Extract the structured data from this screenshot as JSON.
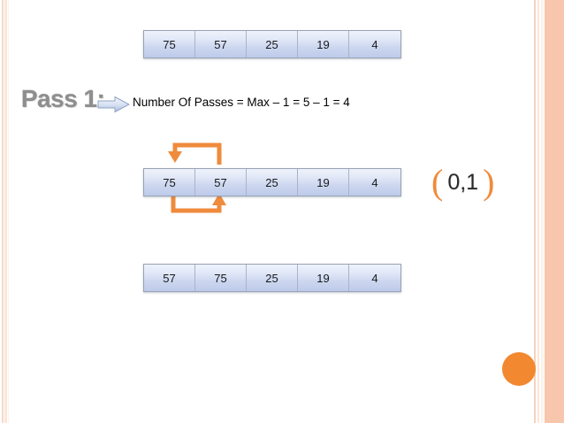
{
  "slide": {
    "title": "Pass 1:",
    "formula": "Number Of Passes = Max – 1 = 5 – 1 = 4",
    "index_pair": {
      "open": "(",
      "value": "0,1",
      "close": ")"
    }
  },
  "arrays": {
    "initial": {
      "label": "initial-array",
      "values": [
        "75",
        "57",
        "25",
        "19",
        "4"
      ]
    },
    "compare": {
      "label": "comparison-array",
      "values": [
        "75",
        "57",
        "25",
        "19",
        "4"
      ]
    },
    "result": {
      "label": "result-array",
      "values": [
        "57",
        "75",
        "25",
        "19",
        "4"
      ]
    }
  },
  "colors": {
    "cell_top": "#eef2fb",
    "cell_bottom": "#bdcaea",
    "cell_border": "#9aa3b5",
    "swap_arrow": "#ef8b3c",
    "pointer_arrow": "#b9cae4",
    "title_gray": "#8e8e8e",
    "accent_orange": "#f2882f",
    "edge_peach": "#f8c6ad"
  },
  "icons": {
    "pointer": "right-arrow-icon",
    "swap_top": "swap-down-arrow-icon",
    "swap_bottom": "swap-up-arrow-icon",
    "dot": "orange-circle-decoration"
  }
}
